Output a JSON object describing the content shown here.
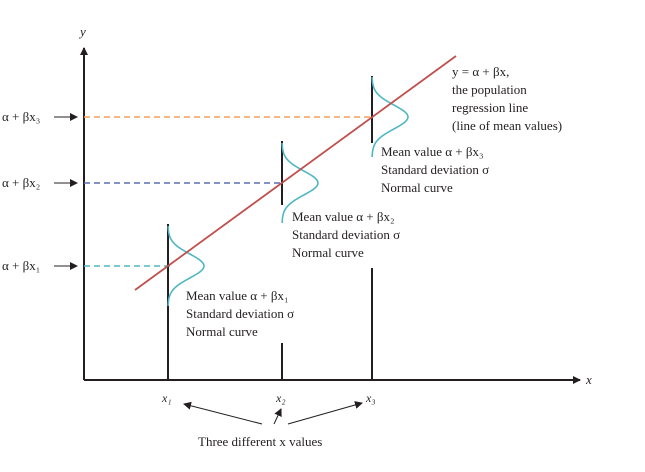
{
  "axes": {
    "x_label": "x",
    "y_label": "y"
  },
  "y_markers": [
    {
      "label": "α + βx₁",
      "color": "#4fb7c4"
    },
    {
      "label": "α + βx₂",
      "color": "#5a6fb0"
    },
    {
      "label": "α + βx₃",
      "color": "#f3a15a"
    }
  ],
  "x_ticks": [
    "x₁",
    "x₂",
    "x₃"
  ],
  "x_ticks_caption": "Three different x values",
  "regression_line": {
    "color": "#c0504d",
    "lines": [
      "y = α + βx,",
      "the population",
      "regression line",
      "(line of mean values)"
    ]
  },
  "normal_curve_color": "#4fb7c4",
  "annotations": [
    {
      "mean": "Mean value α + βx₁",
      "sd": "Standard deviation σ",
      "curve": "Normal curve"
    },
    {
      "mean": "Mean value α + βx₂",
      "sd": "Standard deviation σ",
      "curve": "Normal curve"
    },
    {
      "mean": "Mean value α + βx₃",
      "sd": "Standard deviation σ",
      "curve": "Normal curve"
    }
  ]
}
